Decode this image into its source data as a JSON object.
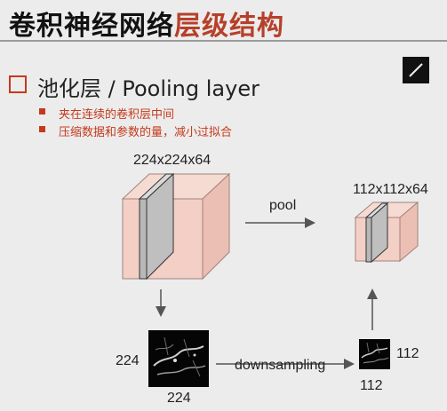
{
  "header": {
    "title_main": "卷积神经网络",
    "title_accent": "层级结构"
  },
  "section": {
    "title": "池化层 / Pooling layer",
    "bullets": [
      "夹在连续的卷积层中间",
      "压缩数据和参数的量，减小过拟合"
    ]
  },
  "diagram": {
    "input_volume_label": "224x224x64",
    "output_volume_label": "112x112x64",
    "pool_label": "pool",
    "downsampling_label": "downsampling",
    "input_map_height_label": "224",
    "input_map_width_label": "224",
    "output_map_height_label": "112",
    "output_map_width_label": "112"
  },
  "colors": {
    "accent": "#c43a1c",
    "volume_fill": "#f3cfc6"
  }
}
